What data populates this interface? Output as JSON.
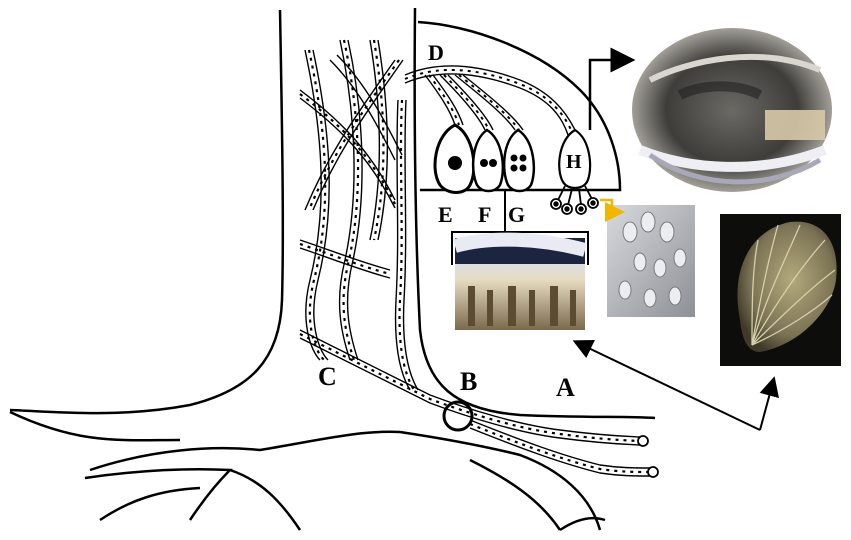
{
  "labels": {
    "A": "A",
    "B": "B",
    "C": "C",
    "D": "D",
    "E": "E",
    "F": "F",
    "G": "G",
    "H": "H"
  },
  "colors": {
    "line": "#000000",
    "highlight_arrow": "#f2b500",
    "photo_fruiting_body": "#5f5d58",
    "photo_bracket_section": "#d8cfbd",
    "photo_sem": "#b9bcc1",
    "photo_gill_cap": "#8b8364"
  }
}
